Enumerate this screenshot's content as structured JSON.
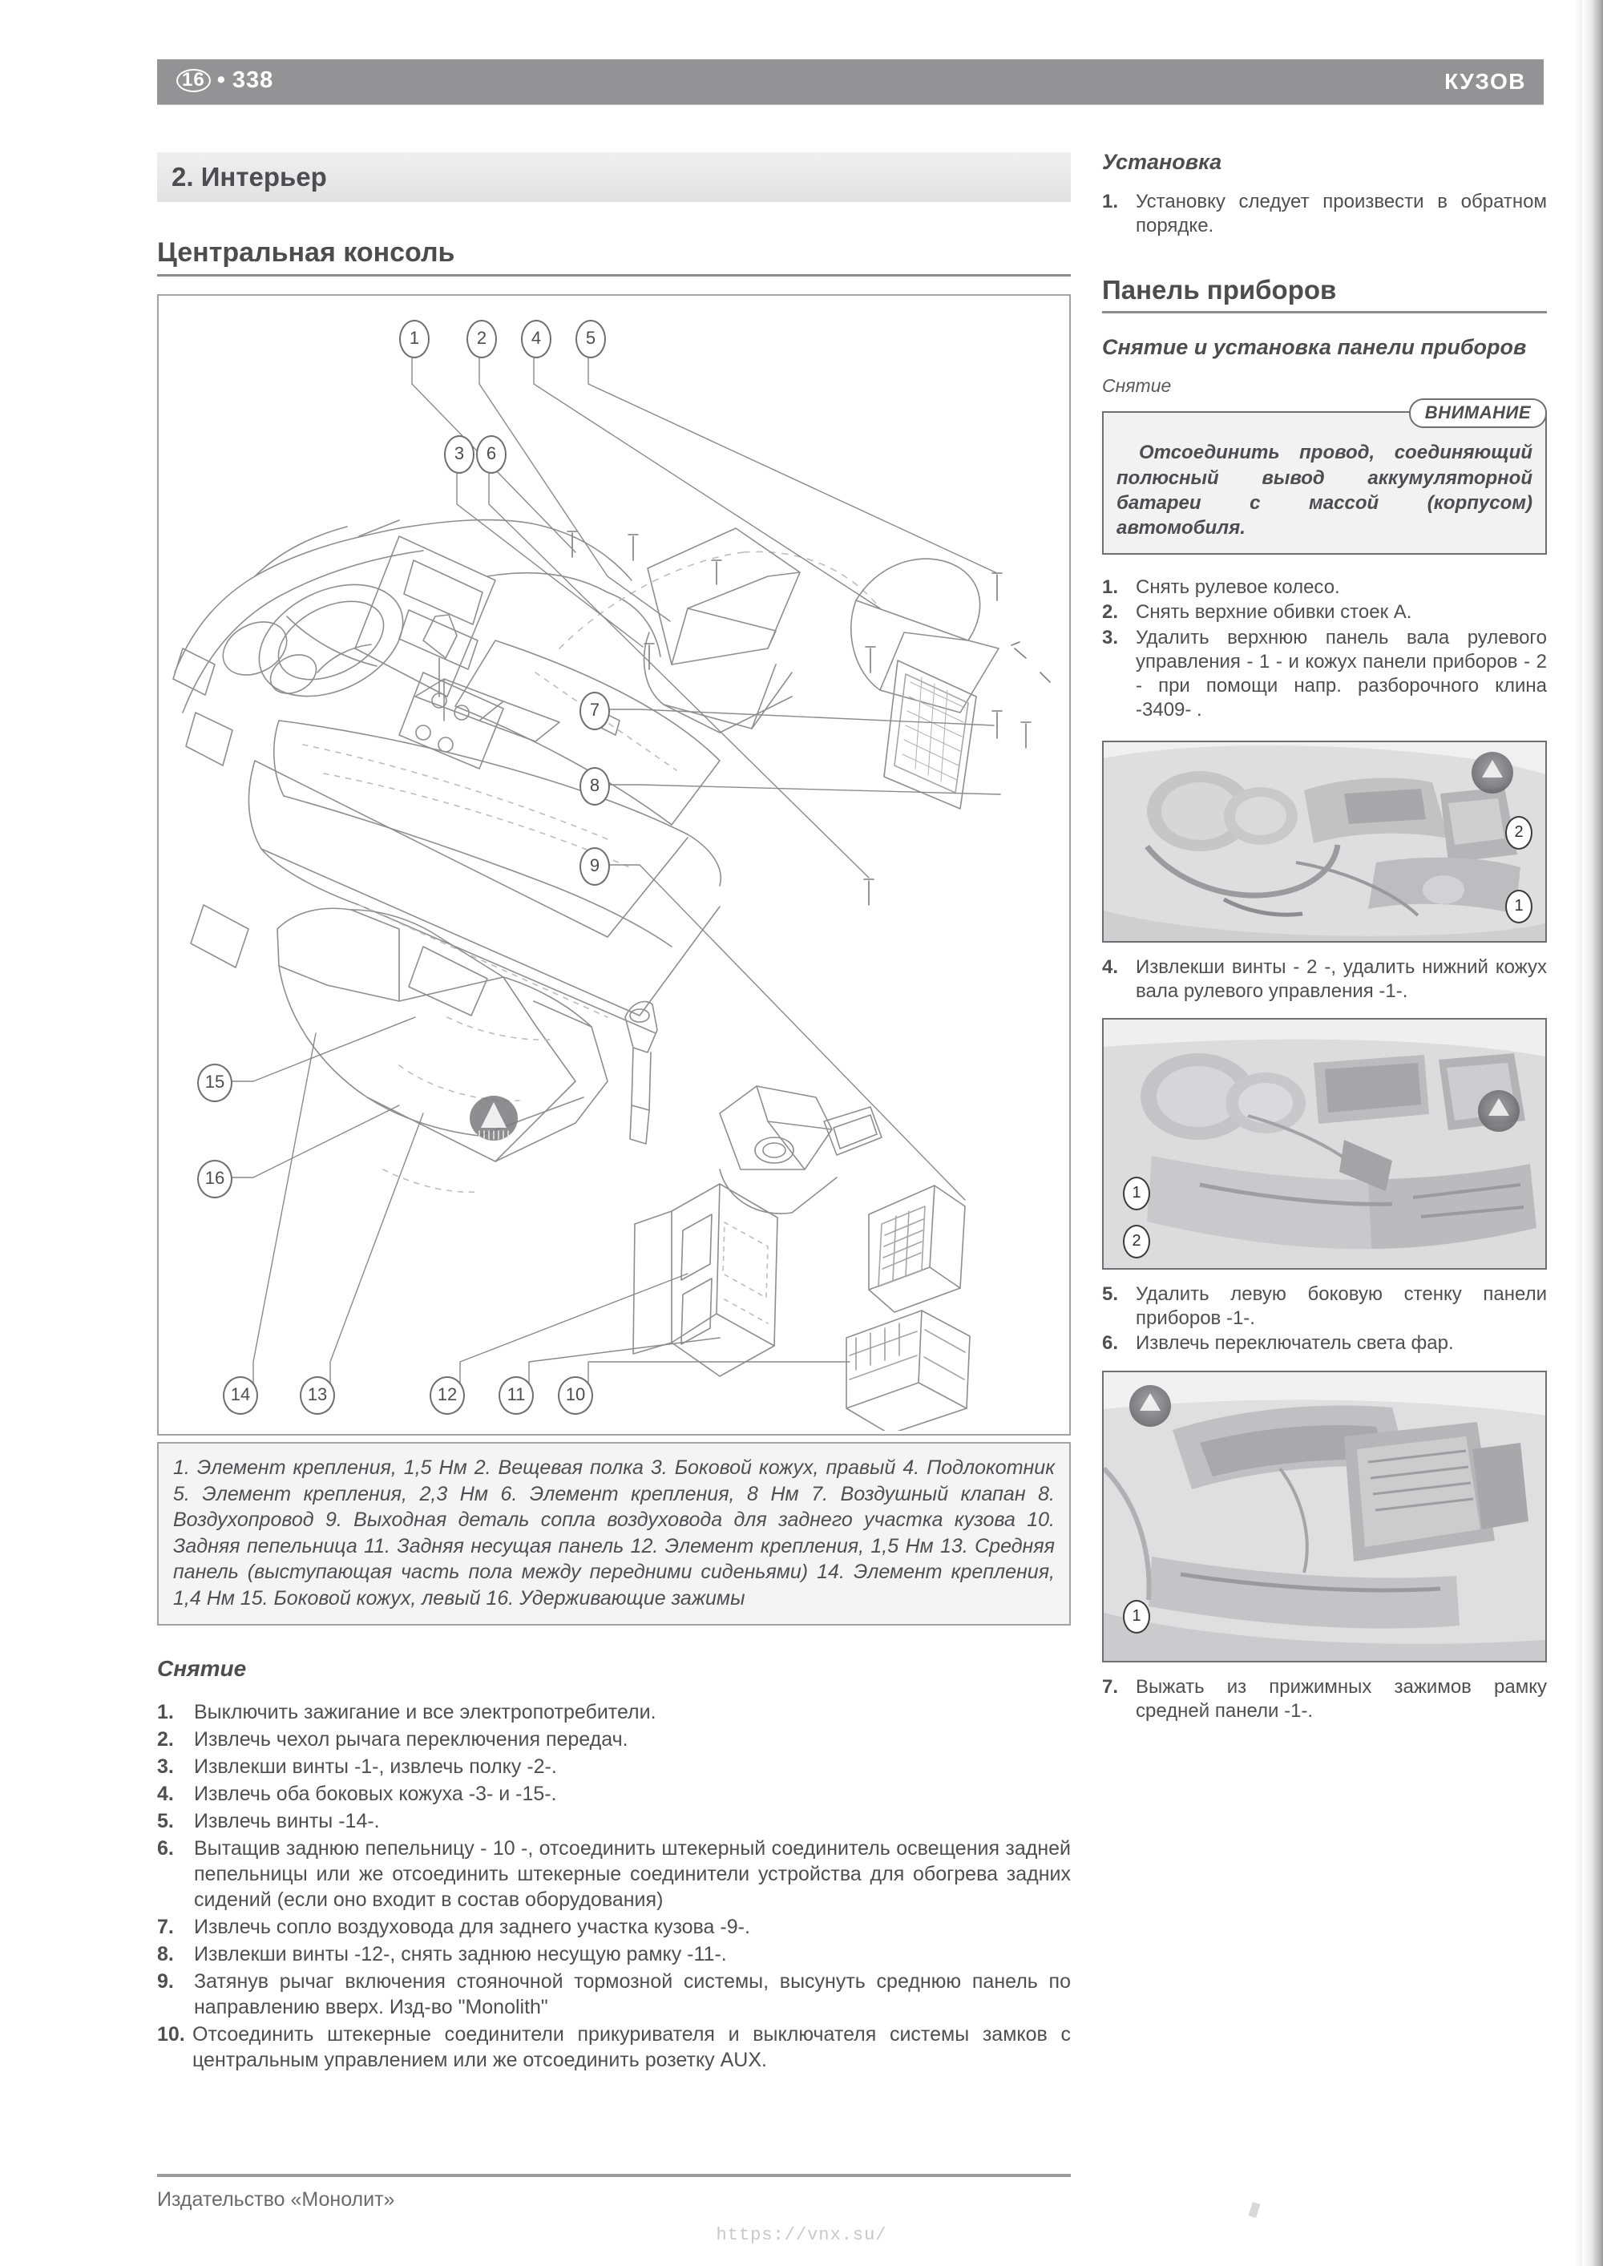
{
  "running_head": {
    "page_number": "16",
    "separator": "•",
    "folio": "338",
    "chapter": "КУЗОВ"
  },
  "section_banner": {
    "label": "2. Интерьер"
  },
  "left_column": {
    "heading": "Центральная консоль",
    "figure": {
      "callouts": [
        "1",
        "2",
        "3",
        "4",
        "5",
        "6",
        "7",
        "8",
        "9",
        "10",
        "11",
        "12",
        "13",
        "14",
        "15",
        "16"
      ]
    },
    "legend": "1. Элемент крепления, 1,5 Нм 2. Вещевая полка 3. Боковой кожух, правый 4. Подлокотник 5. Элемент крепления, 2,3 Нм 6. Элемент крепления, 8 Нм 7. Воздушный клапан 8. Воздухопровод 9. Выходная деталь сопла воздуховода для заднего участка кузова 10. Задняя пепельница 11. Задняя несущая панель 12. Элемент крепления, 1,5 Нм 13. Средняя панель (выступающая часть пола между передними сиденьями) 14. Элемент крепления, 1,4 Нм 15. Боковой кожух, левый 16. Удерживающие зажимы",
    "legend_items": [
      {
        "n": "1.",
        "text": "Элемент крепления, 1,5 Нм"
      },
      {
        "n": "2.",
        "text": "Вещевая полка"
      },
      {
        "n": "3.",
        "text": "Боковой кожух, правый"
      },
      {
        "n": "4.",
        "text": "Подлокотник"
      },
      {
        "n": "5.",
        "text": "Элемент крепления, 2,3 Нм"
      },
      {
        "n": "6.",
        "text": "Элемент крепления, 8 Нм"
      },
      {
        "n": "7.",
        "text": "Воздушный клапан"
      },
      {
        "n": "8.",
        "text": "Воздухопровод"
      },
      {
        "n": "9.",
        "text": "Выходная деталь сопла воздуховода для заднего участка кузова"
      },
      {
        "n": "10.",
        "text": "Задняя пепельница"
      },
      {
        "n": "11.",
        "text": "Задняя несущая панель"
      },
      {
        "n": "12.",
        "text": "Элемент крепления, 1,5 Нм"
      },
      {
        "n": "13.",
        "text": "Средняя панель (выступающая часть пола между передними сиденьями)"
      },
      {
        "n": "14.",
        "text": "Элемент крепления, 1,4 Нм"
      },
      {
        "n": "15.",
        "text": "Боковой кожух, левый"
      },
      {
        "n": "16.",
        "text": "Удерживающие зажимы"
      }
    ],
    "removal_heading": "Снятие",
    "removal_steps": [
      {
        "num": "1.",
        "text": "Выключить зажигание и все электропотребители."
      },
      {
        "num": "2.",
        "text": "Извлечь чехол рычага переключения передач."
      },
      {
        "num": "3.",
        "text": "Извлекши винты -1-, извлечь полку -2-."
      },
      {
        "num": "4.",
        "text": "Извлечь оба боковых кожуха -3- и -15-."
      },
      {
        "num": "5.",
        "text": "Извлечь винты -14-."
      },
      {
        "num": "6.",
        "text": "Вытащив заднюю пепельницу - 10 -, отсоединить штекерный соединитель освещения задней пепельницы или же отсоединить штекерные соединители устройства для обогрева задних сидений (если оно входит в состав оборудования)"
      },
      {
        "num": "7.",
        "text": "Извлечь сопло воздуховода для заднего участка кузова -9-."
      },
      {
        "num": "8.",
        "text": "Извлекши винты -12-, снять заднюю несущую рамку -11-."
      },
      {
        "num": "9.",
        "text": "Затянув рычаг включения стояночной тормозной системы, высунуть среднюю панель по направлению вверх. Изд-во \"Monolith\""
      },
      {
        "num": "10.",
        "text": "Отсоединить штекерные соединители прикуривателя и выключателя системы замков с центральным управлением или же отсоединить розетку AUX."
      }
    ]
  },
  "right_column": {
    "install_heading": "Установка",
    "install_steps": [
      {
        "num": "1.",
        "text": "Установку следует произвести в обратном порядке."
      }
    ],
    "panel_heading": "Панель приборов",
    "panel_subheading": "Снятие и установка панели приборов",
    "removal_label": "Снятие",
    "attention": {
      "tag": "ВНИМАНИЕ",
      "text": "Отсоединить провод, соединяющий полюсный вывод аккумуляторной батареи с массой (корпусом) автомобиля."
    },
    "steps_1_3": [
      {
        "num": "1.",
        "text": "Снять рулевое колесо."
      },
      {
        "num": "2.",
        "text": "Снять верхние обивки стоек А."
      },
      {
        "num": "3.",
        "text": "Удалить верхнюю панель вала рулевого управления - 1 - и кожух панели приборов - 2 - при помощи напр. разборочного клина -3409- ."
      }
    ],
    "photo1": {
      "labels": [
        "2",
        "1"
      ]
    },
    "step_4": {
      "num": "4.",
      "text": "Извлекши винты - 2 -, удалить нижний кожух вала рулевого управления -1-."
    },
    "photo2": {
      "labels": [
        "1",
        "2"
      ]
    },
    "steps_5_6": [
      {
        "num": "5.",
        "text": "Удалить левую боковую стенку панели приборов -1-."
      },
      {
        "num": "6.",
        "text": "Извлечь переключатель света фар."
      }
    ],
    "photo3": {
      "labels": [
        "1"
      ]
    },
    "step_7": {
      "num": "7.",
      "text": "Выжать из прижимных зажимов рамку средней панели -1-."
    }
  },
  "footer": {
    "publisher": "Издательство «Монолит»",
    "url": "https://vnx.su/"
  }
}
